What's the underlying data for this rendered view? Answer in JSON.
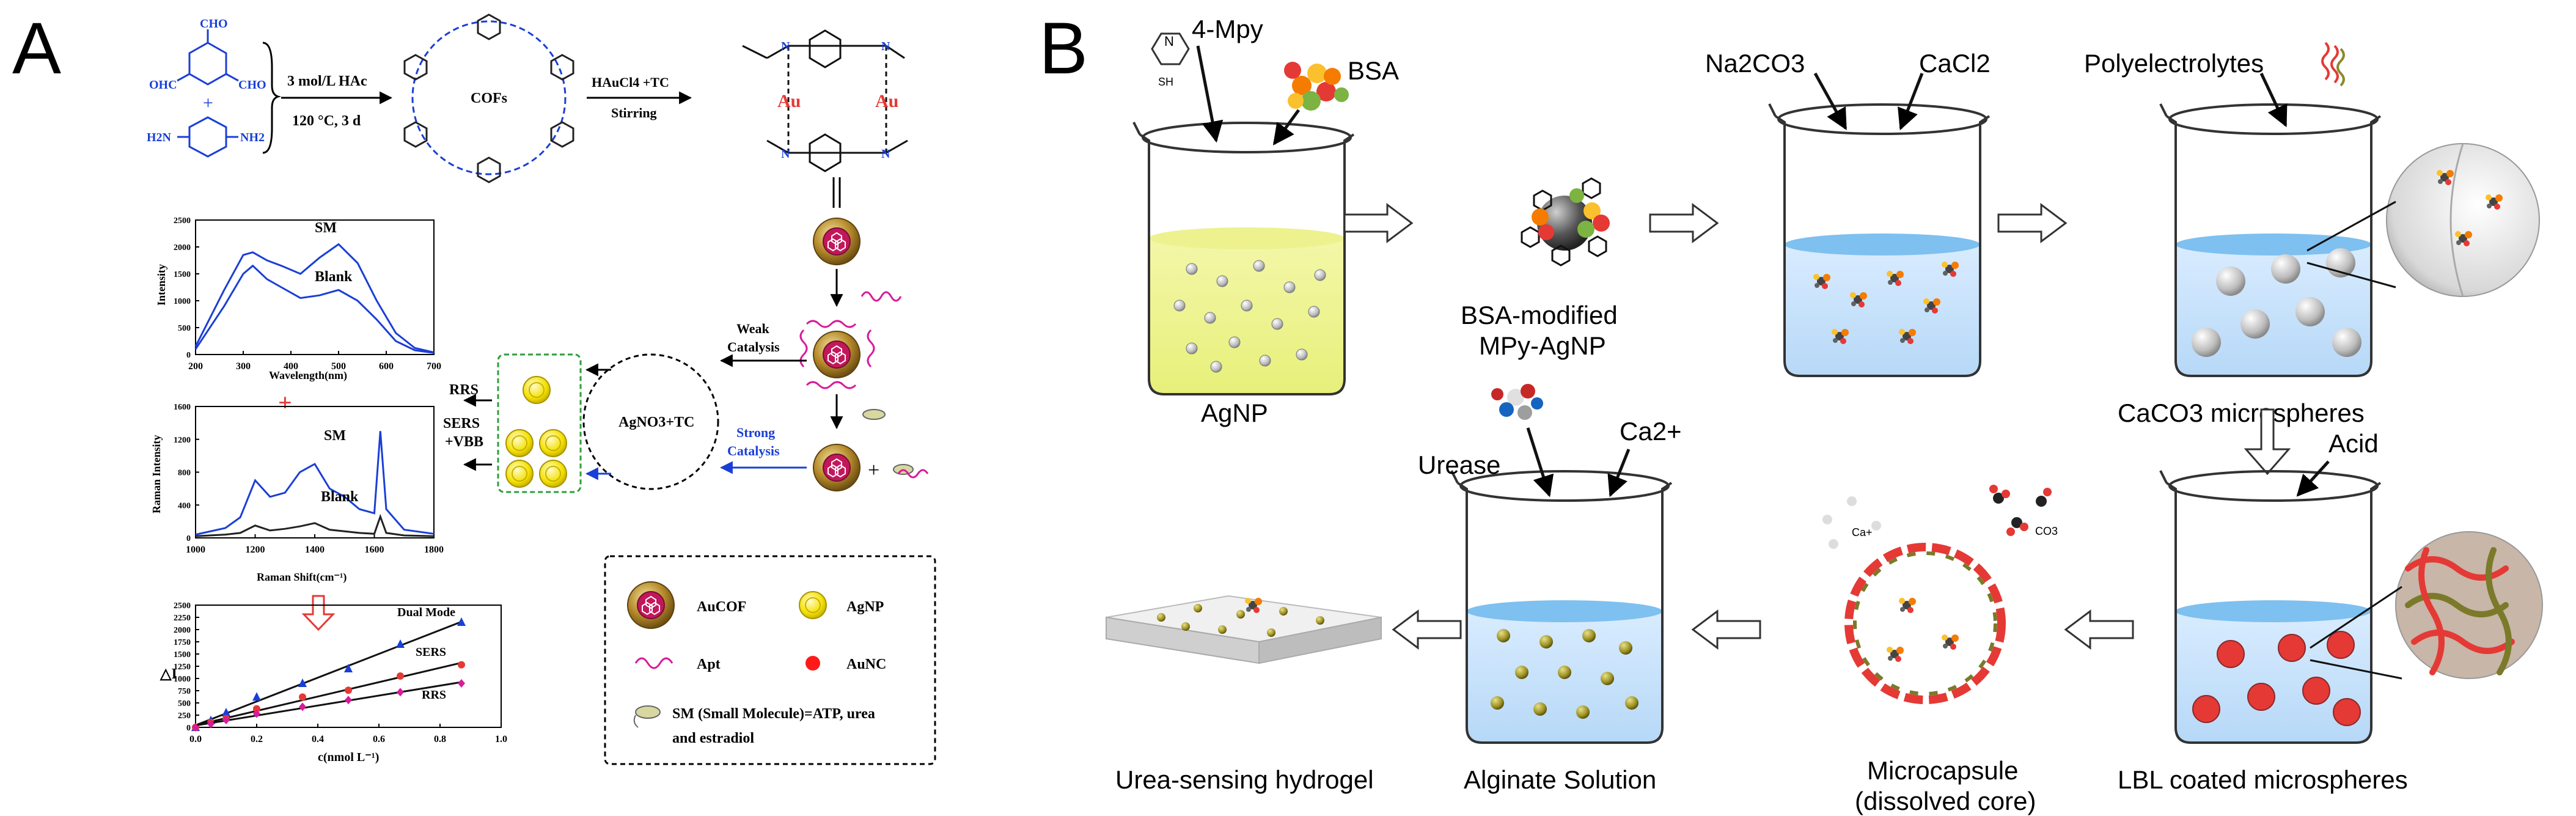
{
  "panel_a": {
    "letter": "A",
    "reaction": {
      "condition1": "3 mol/L HAc",
      "condition2": "120 °C, 3 d",
      "product": "COFs",
      "reagent": "HAuCl4 +TC",
      "stirring": "Stirring",
      "au": "Au",
      "aldehyde": "CHO",
      "aldehyde_left": "OHC",
      "amine": "H2N",
      "amine_right": "NH2"
    },
    "catalysis": {
      "weak": "Weak",
      "weak2": "Catalysis",
      "strong": "Strong",
      "strong2": "Catalysis",
      "center": "AgNO3+TC",
      "rrs": "RRS",
      "sers": "SERS",
      "vbb": "+VBB"
    },
    "legend": {
      "aucof": "AuCOF",
      "agnp": "AgNP",
      "apt": "Apt",
      "aunc": "AuNC",
      "sm": "SM (Small Molecule)=ATP, urea",
      "sm2": "and estradiol"
    }
  },
  "chart_data": [
    {
      "type": "line",
      "series": [
        {
          "name": "SM",
          "x": [
            200,
            260,
            300,
            320,
            350,
            380,
            420,
            460,
            500,
            540,
            580,
            620,
            660,
            700
          ],
          "values": [
            150,
            1200,
            1850,
            1900,
            1750,
            1650,
            1500,
            1800,
            2050,
            1700,
            1000,
            400,
            120,
            40
          ]
        },
        {
          "name": "Blank",
          "x": [
            200,
            260,
            300,
            320,
            350,
            380,
            420,
            460,
            500,
            540,
            580,
            620,
            660,
            700
          ],
          "values": [
            100,
            900,
            1500,
            1650,
            1400,
            1250,
            1050,
            1100,
            1200,
            1000,
            650,
            250,
            80,
            30
          ]
        }
      ],
      "xlabel": "Wavelength(nm)",
      "ylabel": "Intensity",
      "xticks": [
        "200",
        "300",
        "400",
        "500",
        "600",
        "700"
      ],
      "yticks": [
        "0",
        "500",
        "1000",
        "1500",
        "2000",
        "2500"
      ],
      "xlim": [
        200,
        700
      ],
      "ylim": [
        0,
        2500
      ]
    },
    {
      "type": "line",
      "series": [
        {
          "name": "SM",
          "x": [
            1000,
            1100,
            1150,
            1200,
            1250,
            1300,
            1350,
            1400,
            1450,
            1500,
            1550,
            1600,
            1620,
            1640,
            1700,
            1800
          ],
          "values": [
            40,
            120,
            250,
            700,
            500,
            550,
            800,
            900,
            600,
            500,
            350,
            300,
            1300,
            350,
            100,
            50
          ]
        },
        {
          "name": "Blank",
          "x": [
            1000,
            1100,
            1150,
            1200,
            1250,
            1300,
            1350,
            1400,
            1450,
            1500,
            1550,
            1600,
            1620,
            1640,
            1700,
            1800
          ],
          "values": [
            20,
            40,
            60,
            150,
            90,
            110,
            140,
            180,
            100,
            80,
            60,
            50,
            260,
            60,
            30,
            20
          ]
        }
      ],
      "xlabel": "Raman Shift(cm⁻¹)",
      "ylabel": "Raman Intensity",
      "xticks": [
        "1000",
        "1200",
        "1400",
        "1600",
        "1800"
      ],
      "yticks": [
        "0",
        "400",
        "800",
        "1200",
        "1600"
      ],
      "xlim": [
        1000,
        1800
      ],
      "ylim": [
        0,
        1600
      ]
    },
    {
      "type": "scatter",
      "series": [
        {
          "name": "Dual Mode",
          "color": "#1a3fd6",
          "marker": "triangle",
          "x": [
            0.0,
            0.05,
            0.1,
            0.2,
            0.35,
            0.5,
            0.67,
            0.87
          ],
          "values": [
            0,
            140,
            300,
            620,
            900,
            1200,
            1700,
            2150
          ]
        },
        {
          "name": "SERS",
          "color": "#e53935",
          "marker": "circle",
          "x": [
            0.0,
            0.05,
            0.1,
            0.2,
            0.35,
            0.5,
            0.67,
            0.87
          ],
          "values": [
            0,
            100,
            180,
            380,
            620,
            760,
            1050,
            1280
          ]
        },
        {
          "name": "RRS",
          "color": "#d81b9a",
          "marker": "diamond",
          "x": [
            0.0,
            0.05,
            0.1,
            0.2,
            0.35,
            0.5,
            0.67,
            0.87
          ],
          "values": [
            0,
            70,
            150,
            280,
            420,
            560,
            720,
            900
          ]
        }
      ],
      "xlabel": "c(nmol L⁻¹)",
      "ylabel": "△I",
      "xticks": [
        "0.0",
        "0.2",
        "0.4",
        "0.6",
        "0.8",
        "1.0"
      ],
      "yticks": [
        "0",
        "250",
        "500",
        "750",
        "1000",
        "1250",
        "1500",
        "1750",
        "2000",
        "2250",
        "2500"
      ],
      "xlim": [
        0,
        1.0
      ],
      "ylim": [
        0,
        2500
      ]
    }
  ],
  "panel_b": {
    "letter": "B",
    "labels": {
      "mpy": "4-Mpy",
      "bsa": "BSA",
      "agnp": "AgNP",
      "bsa_mod1": "BSA-modified",
      "bsa_mod2": "MPy-AgNP",
      "na2co3": "Na2CO3",
      "cacl2": "CaCl2",
      "polyelectrolytes": "Polyelectrolytes",
      "caco3": "CaCO3 microspheres",
      "acid": "Acid",
      "lbl": "LBL coated microspheres",
      "microcapsule1": "Microcapsule",
      "microcapsule2": "(dissolved core)",
      "ca_plus": "Ca+",
      "co3": "CO3",
      "urease": "Urease",
      "ca2": "Ca2+",
      "alginate": "Alginate Solution",
      "hydrogel": "Urea-sensing hydrogel",
      "sh": "SH"
    }
  }
}
